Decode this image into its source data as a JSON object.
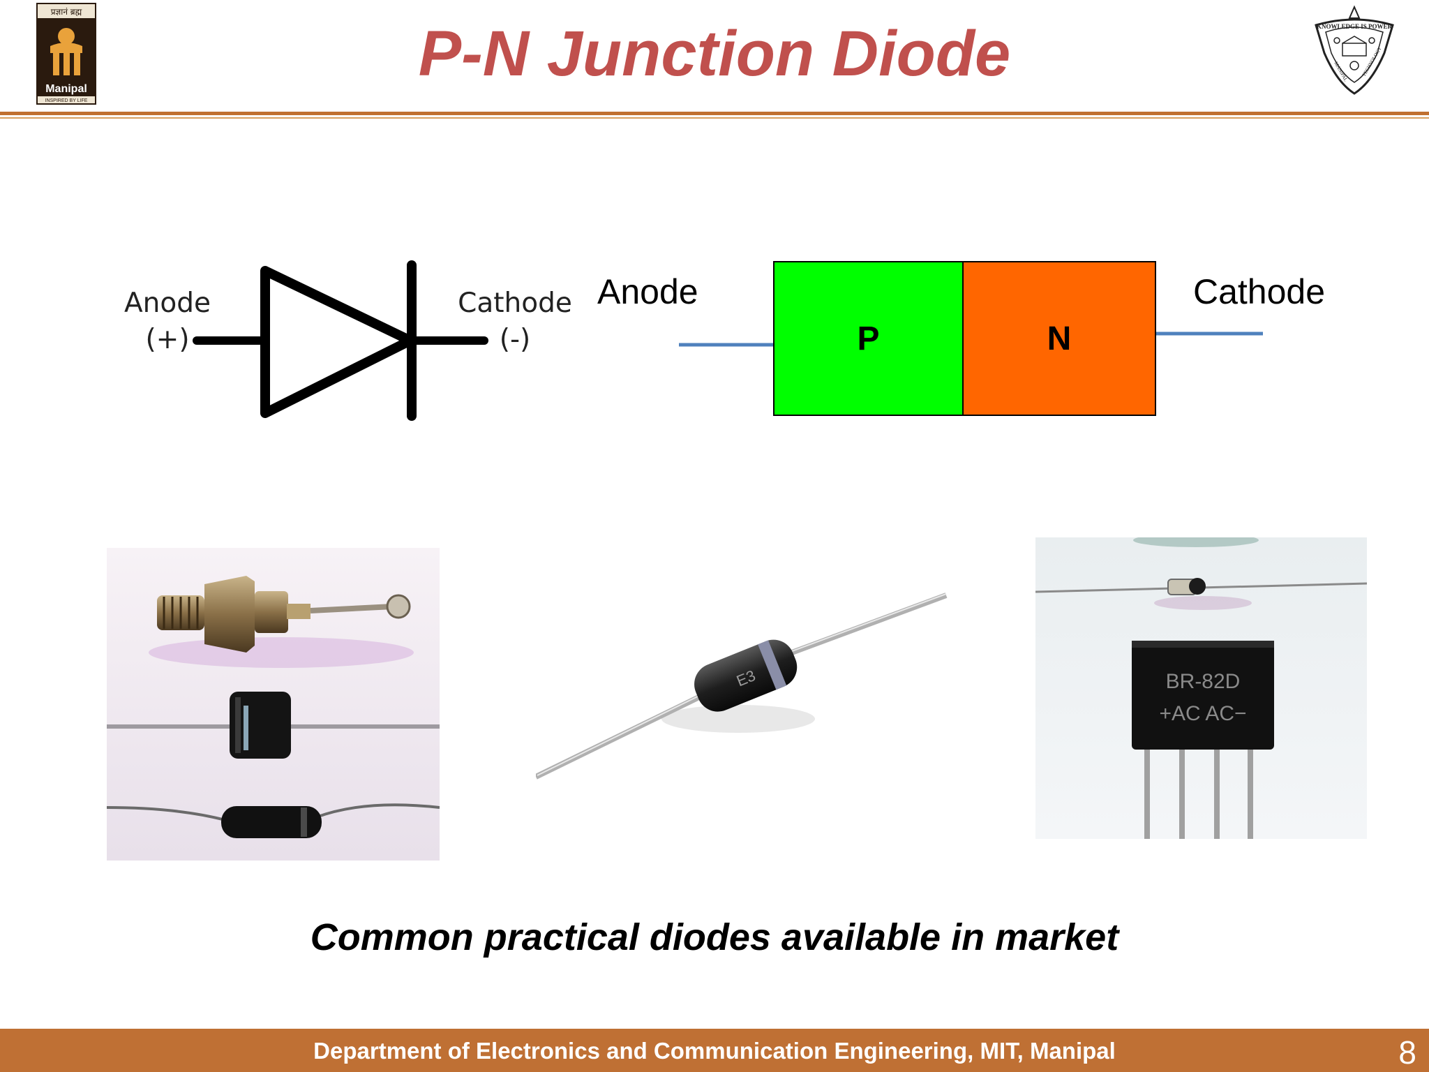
{
  "slide": {
    "title": "P-N Junction Diode",
    "page_number": "8",
    "footer": "Department of Electronics and Communication Engineering, MIT, Manipal",
    "caption": "Common practical diodes available in market"
  },
  "logos": {
    "left": {
      "icon": "manipal-logo-icon",
      "text_top": "प्रज्ञानं ब्रह्म",
      "text_name": "Manipal",
      "text_tagline": "INSPIRED BY LIFE"
    },
    "right": {
      "icon": "mit-emblem-icon",
      "text": "KNOWLEDGE IS POWER · MANIPAL INSTITUTE OF TECHNOLOGY"
    }
  },
  "symbol": {
    "anode_label": "Anode",
    "anode_sign": "(+)",
    "cathode_label": "Cathode",
    "cathode_sign": "(-)"
  },
  "junction": {
    "anode_label": "Anode",
    "cathode_label": "Cathode",
    "p_label": "P",
    "n_label": "N",
    "p_color": "#00ff00",
    "n_color": "#ff6600",
    "lead_color": "#4f81bd"
  },
  "photos": {
    "bridge_label_1": "BR-82D",
    "bridge_label_2": "+AC AC−"
  },
  "colors": {
    "title": "#c0504d",
    "footer_bg": "#bf7034"
  }
}
